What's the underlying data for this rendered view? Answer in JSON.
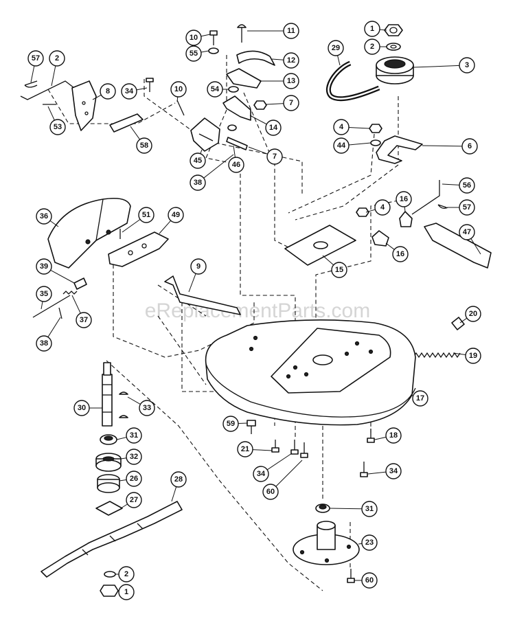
{
  "watermark": "eReplacementParts.com",
  "callouts": [
    "1",
    "2",
    "3",
    "29",
    "11",
    "10",
    "55",
    "12",
    "13",
    "54",
    "7",
    "14",
    "57",
    "8",
    "34",
    "53",
    "58",
    "45",
    "46",
    "38",
    "4",
    "44",
    "6",
    "56",
    "16",
    "47",
    "36",
    "51",
    "49",
    "15",
    "39",
    "35",
    "37",
    "9",
    "20",
    "19",
    "17",
    "30",
    "33",
    "31",
    "32",
    "26",
    "27",
    "28",
    "59",
    "21",
    "18",
    "60",
    "23"
  ]
}
